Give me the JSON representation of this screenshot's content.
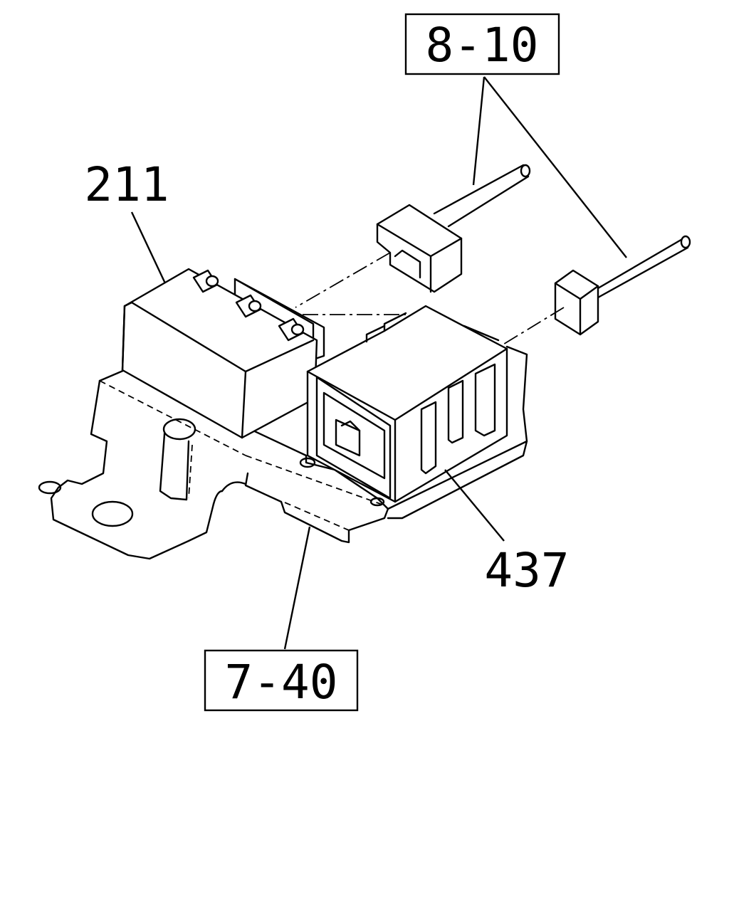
{
  "callouts": {
    "ref_top": "8-10",
    "part_left": "211",
    "part_right": "437",
    "ref_bottom": "7-40"
  }
}
